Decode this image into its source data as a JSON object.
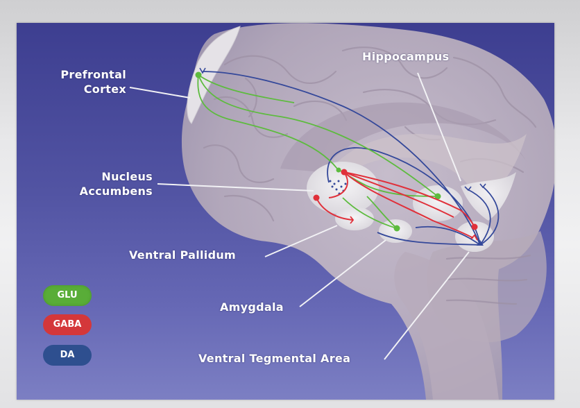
{
  "labels": {
    "prefrontal_cortex": [
      "Prefrontal",
      "Cortex"
    ],
    "hippocampus": "Hippocampus",
    "nucleus_accumbens": [
      "Nucleus",
      "Accumbens"
    ],
    "ventral_pallidum": "Ventral Pallidum",
    "amygdala": "Amygdala",
    "vta": "Ventral Tegmental Area"
  },
  "legend": [
    {
      "key": "glu",
      "label": "GLU",
      "color": "#59ad38"
    },
    {
      "key": "gaba",
      "label": "GABA",
      "color": "#d4373a"
    },
    {
      "key": "da",
      "label": "DA",
      "color": "#2e4f8f"
    }
  ],
  "colors": {
    "background": "#4c4e9c",
    "brain": "#c4b8c2",
    "region": "#ecebee",
    "glutamate": "#5dbb3e",
    "gaba": "#e0303a",
    "dopamine": "#34489a"
  }
}
